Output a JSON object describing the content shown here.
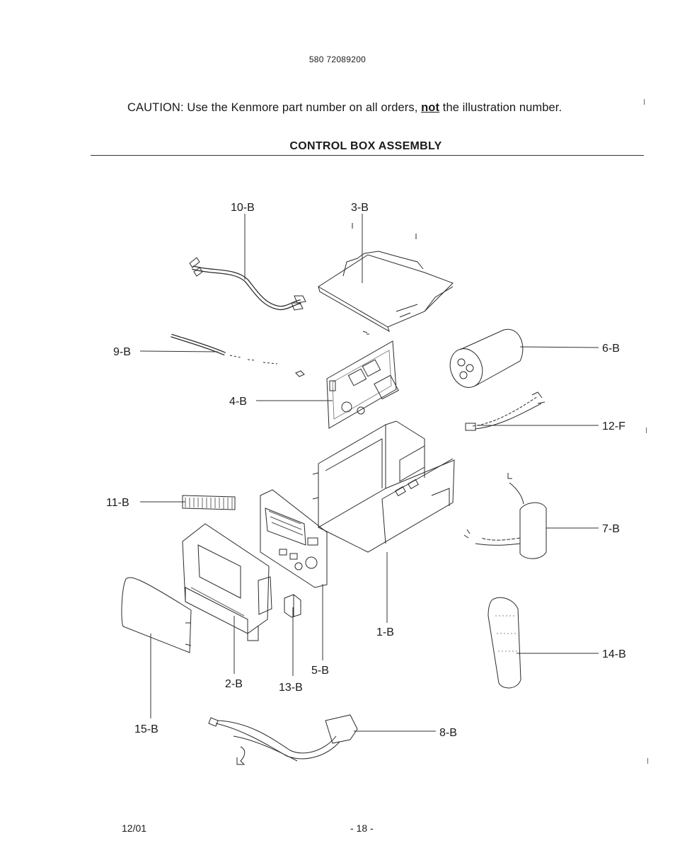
{
  "header": {
    "document_number": "580 72089200",
    "caution_prefix": "CAUTION: Use the Kenmore part number on all orders, ",
    "caution_emphasis": "not",
    "caution_suffix": " the illustration number.",
    "section_title": "CONTROL BOX ASSEMBLY"
  },
  "callouts": [
    {
      "label": "10-B"
    },
    {
      "label": "3-B"
    },
    {
      "label": "9-B"
    },
    {
      "label": "6-B"
    },
    {
      "label": "4-B"
    },
    {
      "label": "12-F"
    },
    {
      "label": "11-B"
    },
    {
      "label": "7-B"
    },
    {
      "label": "1-B"
    },
    {
      "label": "14-B"
    },
    {
      "label": "5-B"
    },
    {
      "label": "2-B"
    },
    {
      "label": "13-B"
    },
    {
      "label": "15-B"
    },
    {
      "label": "8-B"
    }
  ],
  "footer": {
    "date": "12/01",
    "page": "- 18 -"
  }
}
